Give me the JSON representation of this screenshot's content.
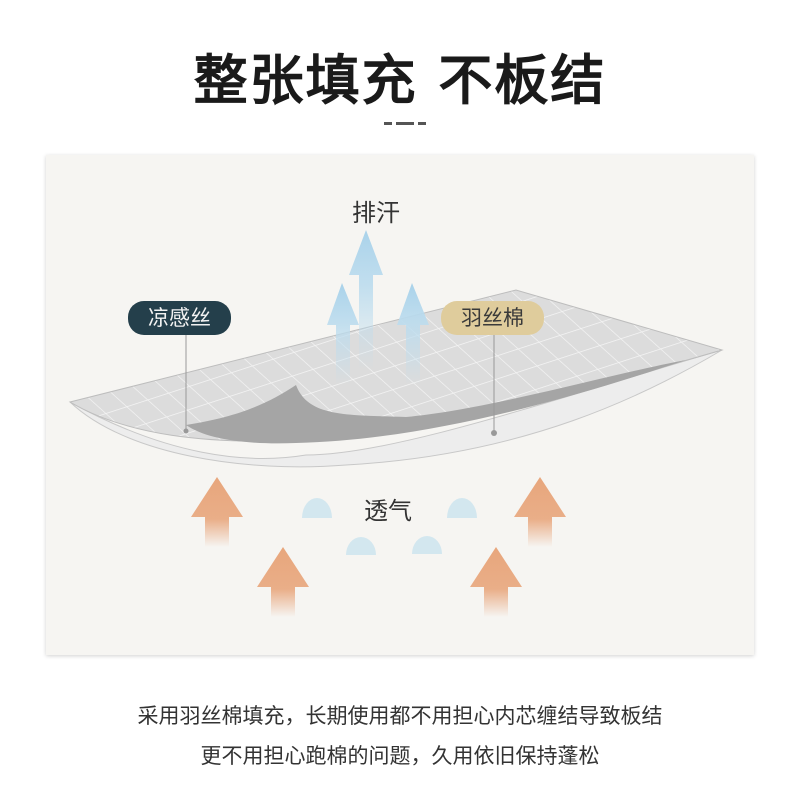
{
  "heading": "整张填充 不板结",
  "diagram": {
    "sweat_label": "排汗",
    "cool_silk_label": "凉感丝",
    "down_cotton_label": "羽丝棉",
    "breathable_label": "透气",
    "colors": {
      "cool_silk": "#243f4b",
      "down_cotton": "#dfcc9c",
      "warm_arrow": "#e8a67c",
      "cool_arrow": "#bcdcee"
    }
  },
  "description": {
    "line1": "采用羽丝棉填充，长期使用都不用担心内芯缠结导致板结",
    "line2": "更不用担心跑棉的问题，久用依旧保持蓬松"
  }
}
